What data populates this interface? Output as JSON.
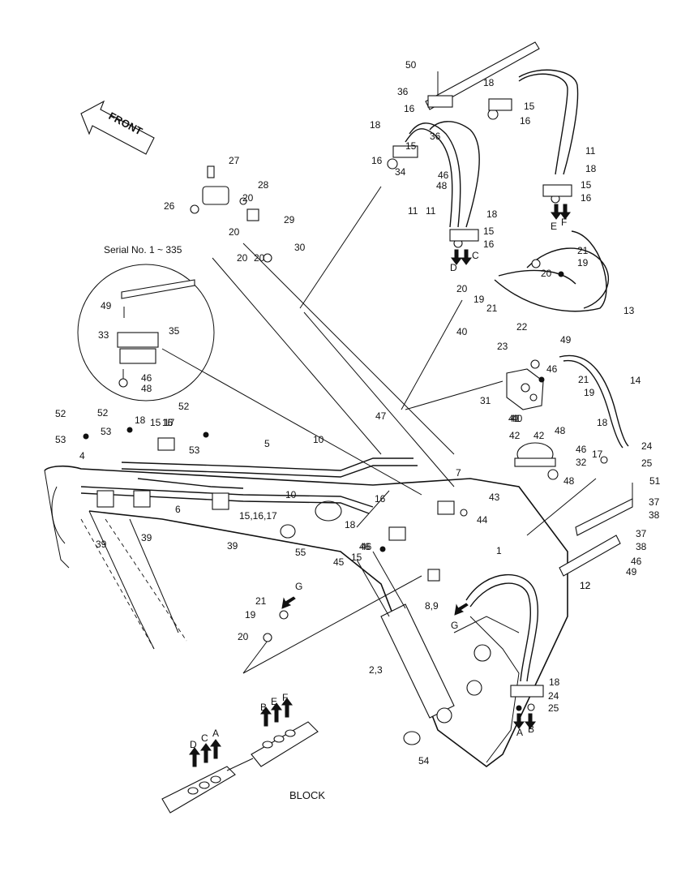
{
  "diagram": {
    "front_label": "FRONT",
    "serial_label": "Serial No. 1 ~ 335",
    "block_label": "BLOCK",
    "part_numbers": [
      "1",
      "2,3",
      "4",
      "5",
      "6",
      "7",
      "8,9",
      "10",
      "11",
      "12",
      "13",
      "14",
      "15",
      "16",
      "17",
      "18",
      "19",
      "20",
      "21",
      "22",
      "23",
      "24",
      "25",
      "26",
      "27",
      "28",
      "29",
      "30",
      "31",
      "32",
      "33",
      "34",
      "35",
      "36",
      "37",
      "38",
      "39",
      "40",
      "41",
      "42",
      "43",
      "44",
      "45",
      "46",
      "47",
      "48",
      "49",
      "50",
      "51",
      "52",
      "53",
      "54",
      "55",
      "15,16,17"
    ],
    "port_letters": [
      "A",
      "B",
      "C",
      "D",
      "E",
      "F",
      "G"
    ]
  }
}
